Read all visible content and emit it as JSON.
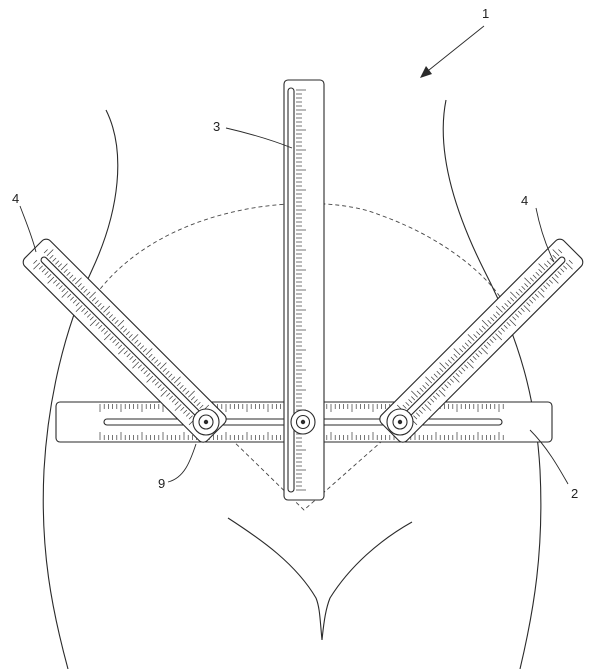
{
  "labels": {
    "device": "1",
    "base_ruler": "2",
    "center_ruler": "3",
    "side_ruler_left": "4",
    "side_ruler_right": "4",
    "pivot": "9"
  },
  "colors": {
    "line": "#2a2a2a",
    "background": "#ffffff"
  }
}
